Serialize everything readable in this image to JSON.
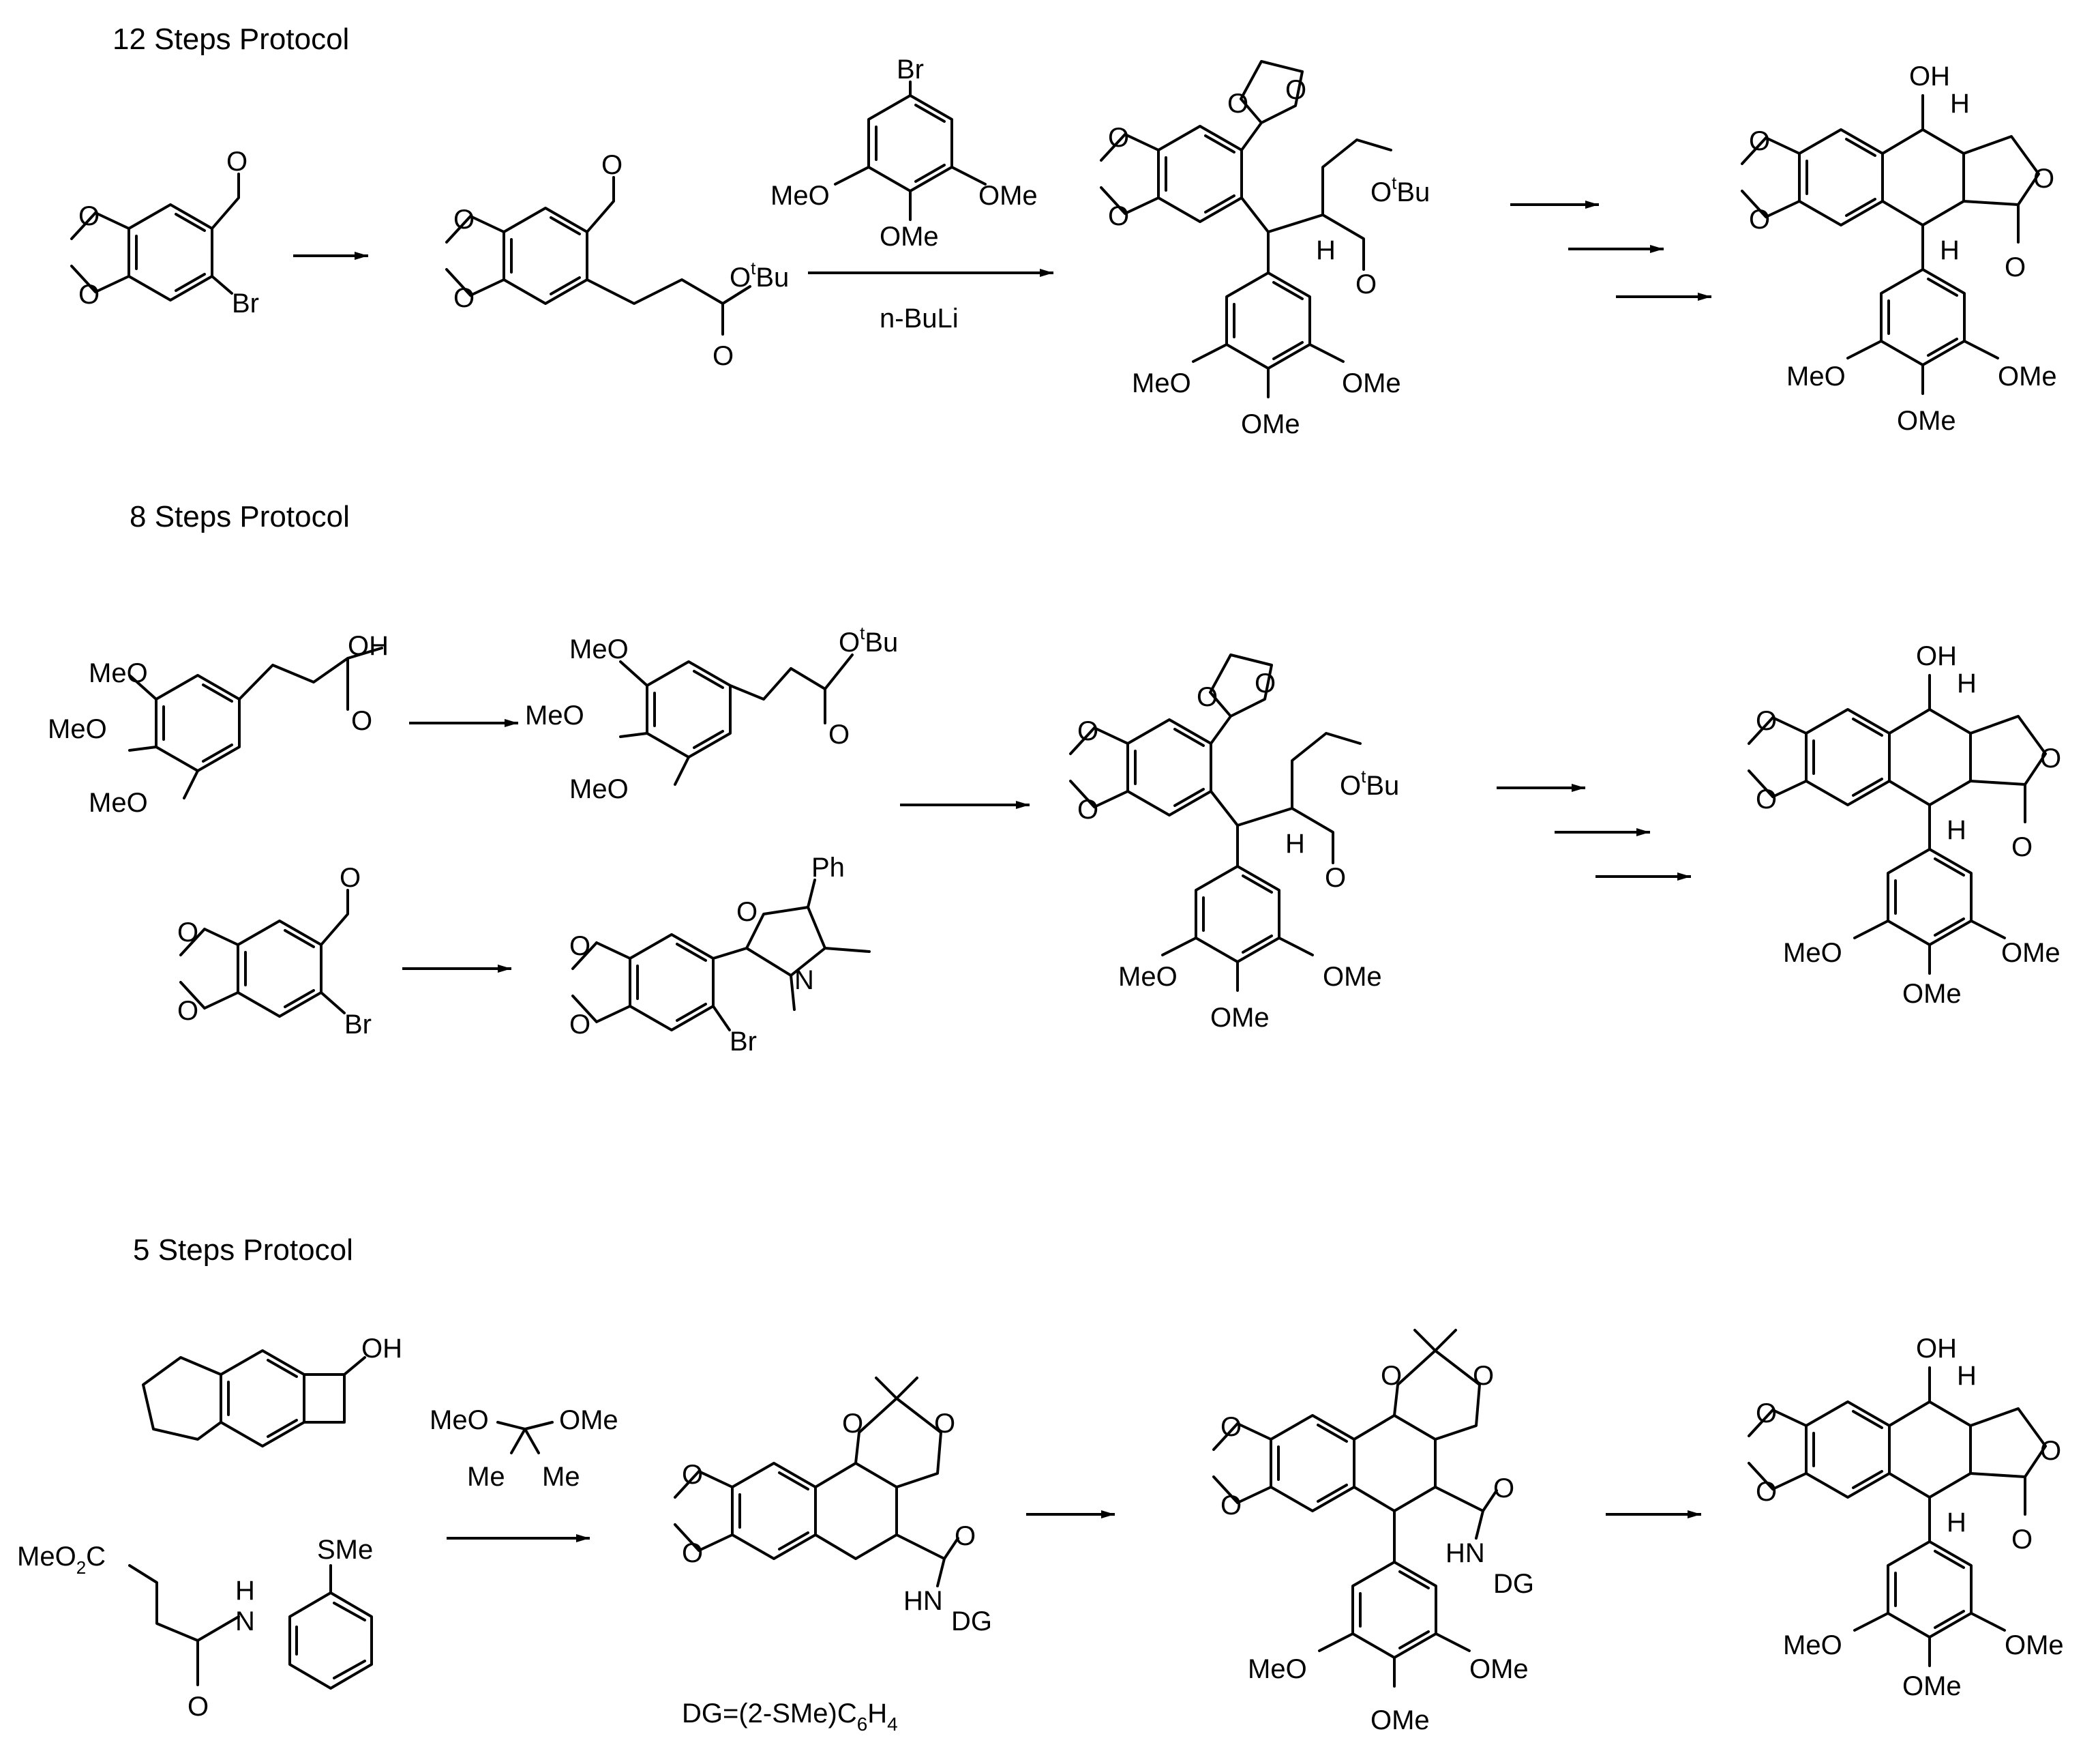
{
  "sections": {
    "s12": {
      "title": "12 Steps Protocol",
      "reagent_top": [
        "Br",
        "MeO",
        "OMe",
        "OMe"
      ],
      "reagent_bottom": "n-BuLi"
    },
    "s8": {
      "title": "8 Steps Protocol"
    },
    "s5": {
      "title": "5 Steps Protocol",
      "reagent": [
        "MeO",
        "OMe",
        "Me",
        "Me"
      ],
      "dg_note": {
        "prefix": "DG=(2-SMe)C",
        "sub1": "6",
        "mid": "H",
        "sub2": "4"
      }
    }
  },
  "labels": {
    "oh": "OH",
    "h": "H",
    "o": "O",
    "br": "Br",
    "ome": "OMe",
    "meo": "MeO",
    "otbu_o": "O",
    "otbu_t": "t",
    "otbu_bu": "Bu",
    "ph": "Ph",
    "n": "N",
    "sme": "SMe",
    "hn": "HN",
    "dg": "DG",
    "meo2c": "MeO",
    "meo2c_sub": "2",
    "meo2c_c": "C"
  }
}
